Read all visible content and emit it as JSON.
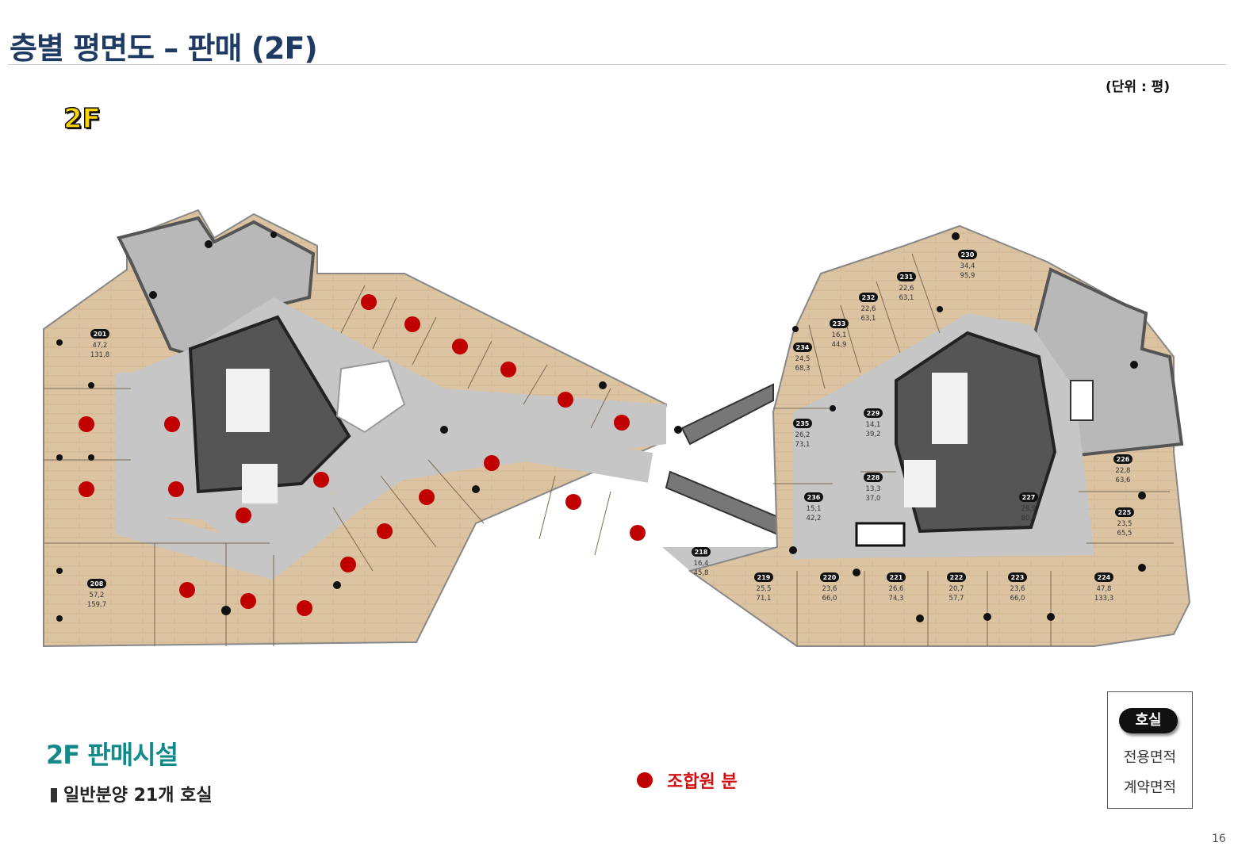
{
  "header": {
    "title": "층별 평면도 – 판매 (2F)",
    "unit_note": "(단위 : 평)",
    "floor_badge": "2F"
  },
  "units": [
    {
      "no": "201",
      "exclusive": "47,2",
      "contract": "131,8"
    },
    {
      "no": "208",
      "exclusive": "57,2",
      "contract": "159,7"
    },
    {
      "no": "218",
      "exclusive": "16,4",
      "contract": "45,8"
    },
    {
      "no": "219",
      "exclusive": "25,5",
      "contract": "71,1"
    },
    {
      "no": "220",
      "exclusive": "23,6",
      "contract": "66,0"
    },
    {
      "no": "221",
      "exclusive": "26,6",
      "contract": "74,3"
    },
    {
      "no": "222",
      "exclusive": "20,7",
      "contract": "57,7"
    },
    {
      "no": "223",
      "exclusive": "23,6",
      "contract": "66,0"
    },
    {
      "no": "224",
      "exclusive": "47,8",
      "contract": "133,3"
    },
    {
      "no": "225",
      "exclusive": "23,5",
      "contract": "65,5"
    },
    {
      "no": "226",
      "exclusive": "22,8",
      "contract": "63,6"
    },
    {
      "no": "227",
      "exclusive": "28,9",
      "contract": "80,7"
    },
    {
      "no": "228",
      "exclusive": "13,3",
      "contract": "37,0"
    },
    {
      "no": "229",
      "exclusive": "14,1",
      "contract": "39,2"
    },
    {
      "no": "230",
      "exclusive": "34,4",
      "contract": "95,9"
    },
    {
      "no": "231",
      "exclusive": "22,6",
      "contract": "63,1"
    },
    {
      "no": "232",
      "exclusive": "22,6",
      "contract": "63,1"
    },
    {
      "no": "233",
      "exclusive": "16,1",
      "contract": "44,9"
    },
    {
      "no": "234",
      "exclusive": "24,5",
      "contract": "68,3"
    },
    {
      "no": "235",
      "exclusive": "26,2",
      "contract": "73,1"
    },
    {
      "no": "236",
      "exclusive": "15,1",
      "contract": "42,2"
    }
  ],
  "colors": {
    "member_dot": "#c00000",
    "shop_floor": "#dcc4a2",
    "corridor": "#c8c8c8",
    "core": "#3a3a3a"
  },
  "section": {
    "title": "2F 판매시설",
    "subtitle": "일반분양 21개 호실"
  },
  "legend": {
    "member_label": "조합원 분",
    "key_unit": "호실",
    "key_exclusive": "전용면적",
    "key_contract": "계약면적"
  },
  "page_number": "16"
}
